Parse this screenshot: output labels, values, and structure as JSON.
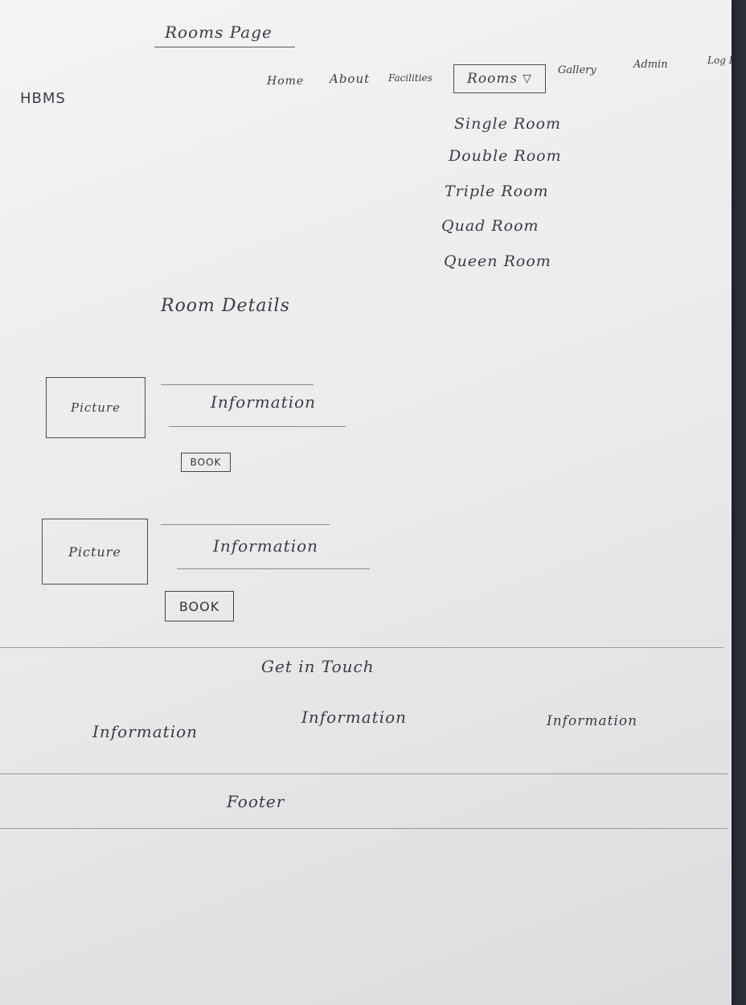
{
  "page_title": "Rooms Page",
  "brand": "HBMS",
  "nav": {
    "home": "Home",
    "about": "About",
    "facilities": "Facilities",
    "rooms": "Rooms",
    "gallery": "Gallery",
    "admin": "Admin",
    "login": "Log I"
  },
  "rooms_menu": [
    "Single Room",
    "Double Room",
    "Triple Room",
    "Quad Room",
    "Queen Room"
  ],
  "section_title": "Room Details",
  "rooms": [
    {
      "picture": "Picture",
      "info": "Information",
      "book": "BOOK"
    },
    {
      "picture": "Picture",
      "info": "Information",
      "book": "BOOK"
    }
  ],
  "contact": {
    "title": "Get in Touch",
    "columns": [
      "Information",
      "Information",
      "Information"
    ]
  },
  "footer": "Footer"
}
